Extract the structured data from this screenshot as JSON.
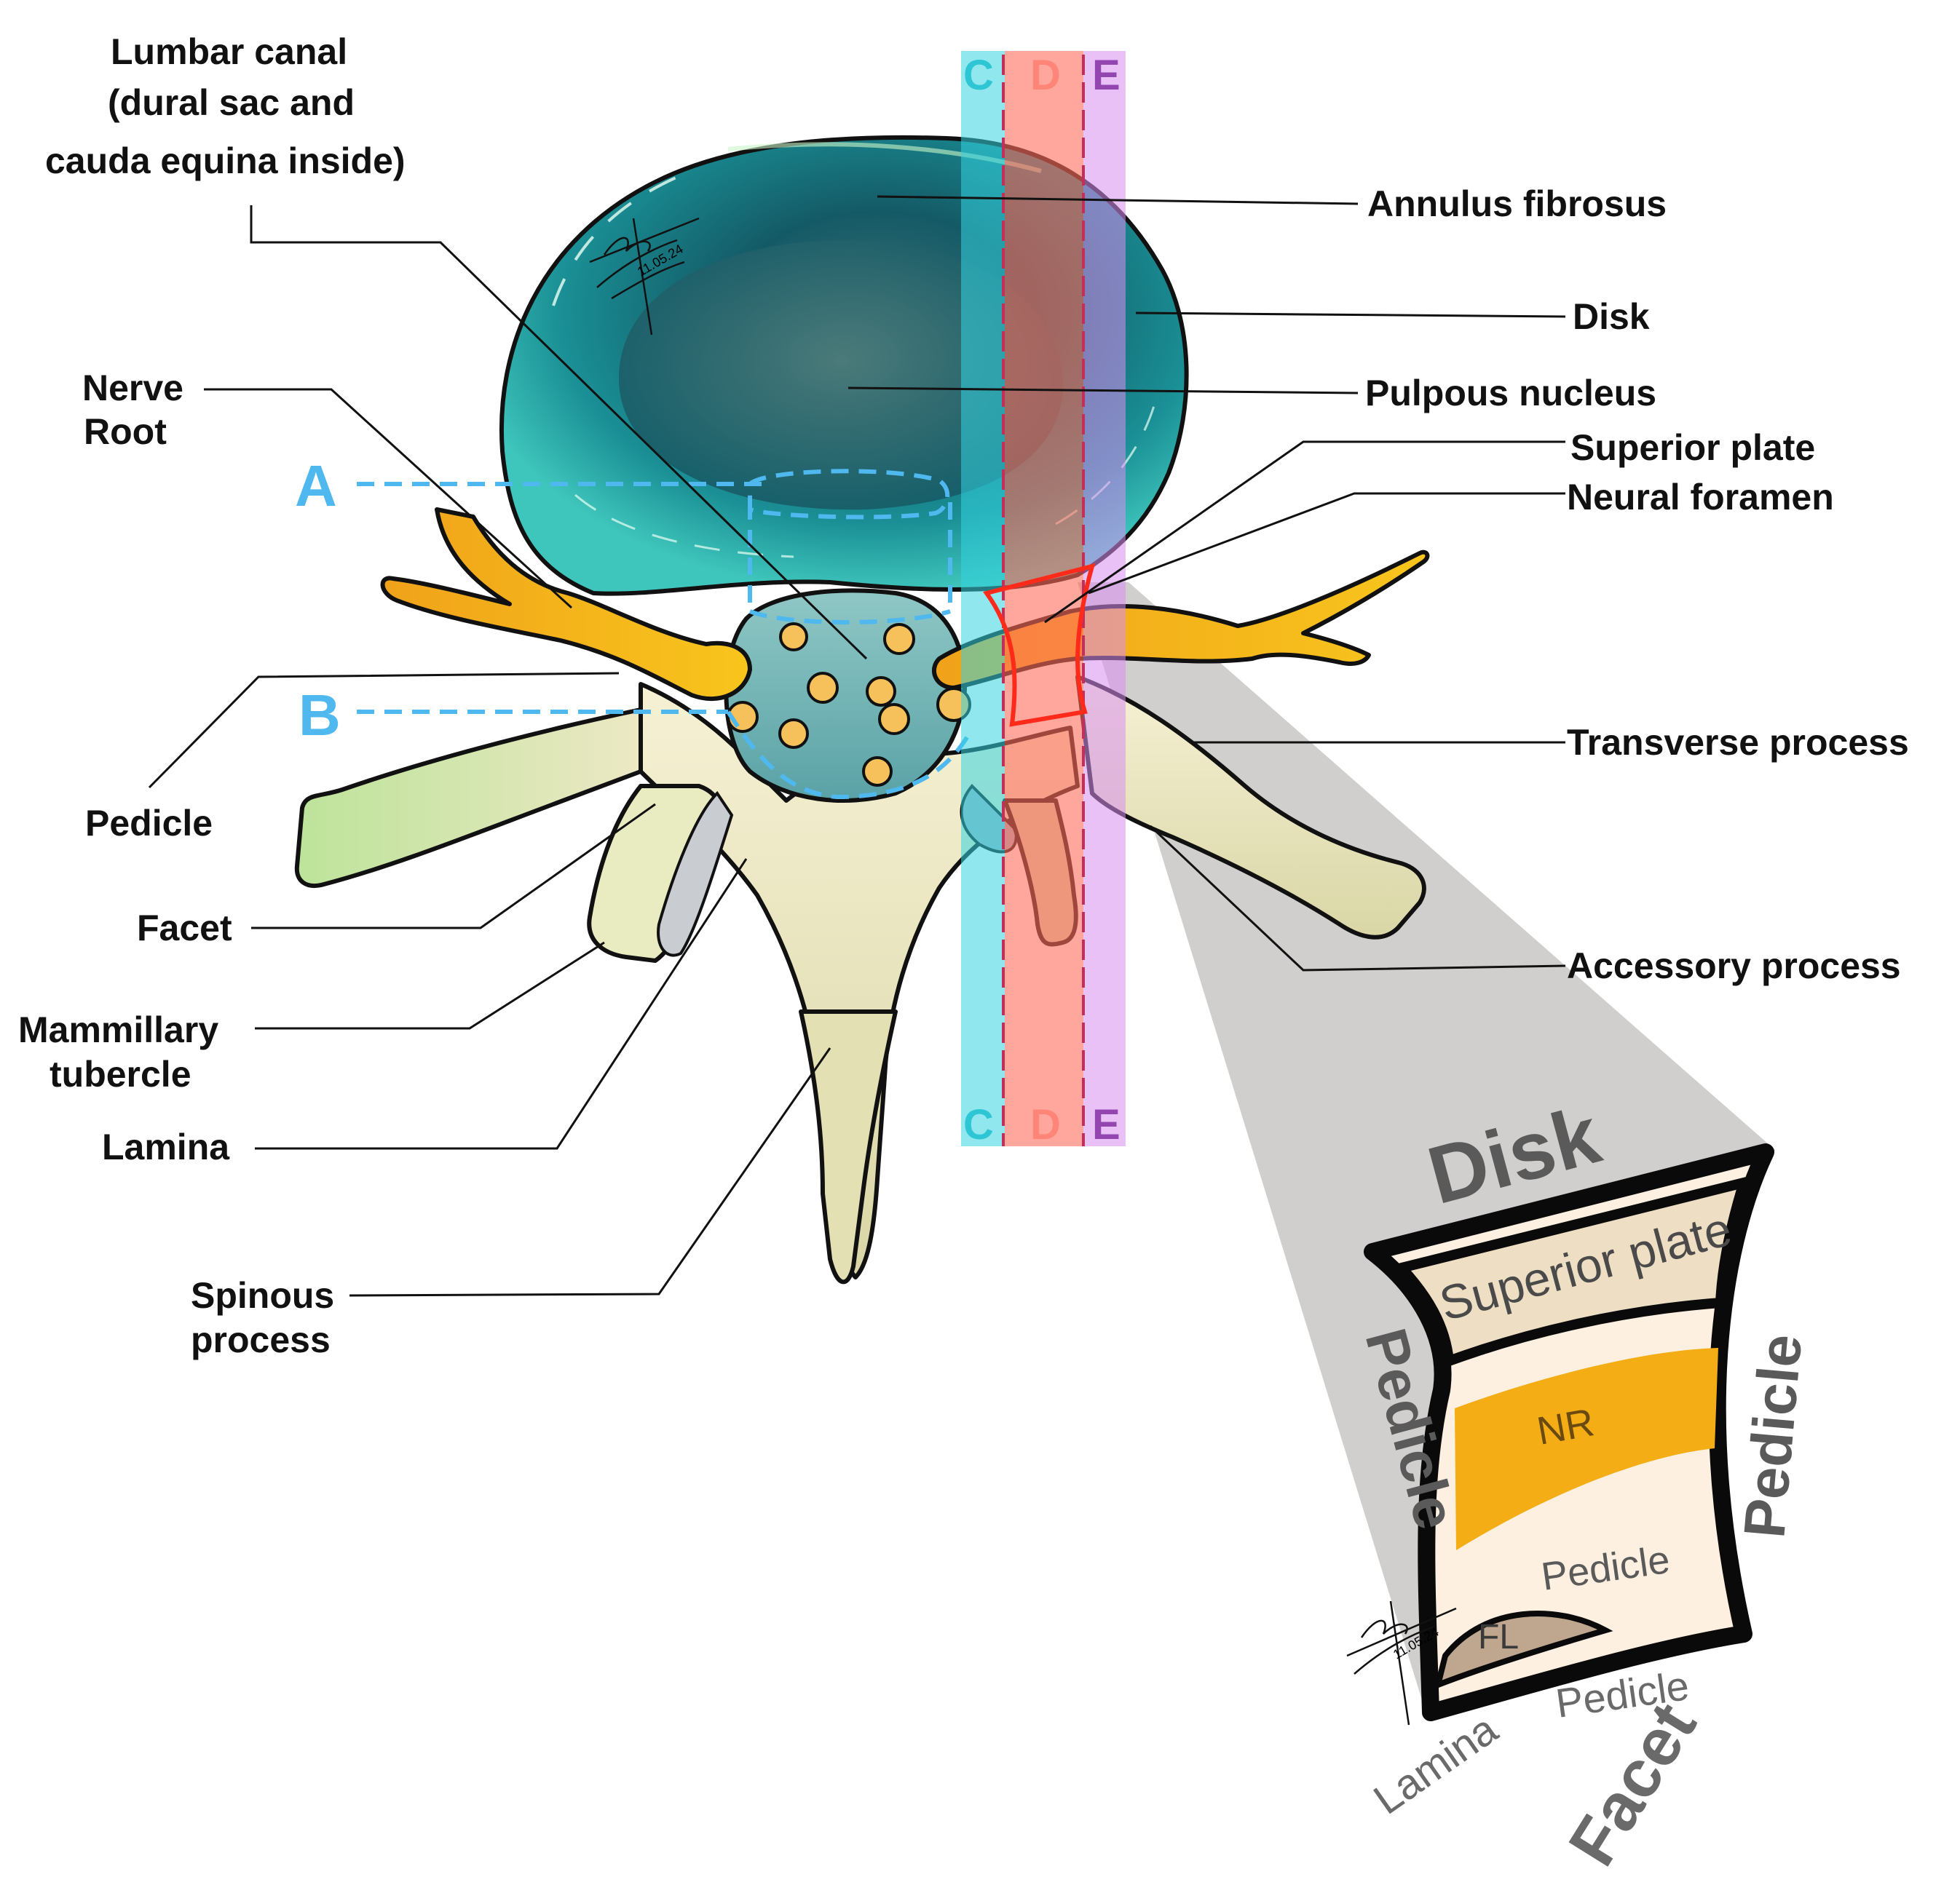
{
  "labels": {
    "lumbar_canal": [
      "Lumbar canal",
      "(dural sac and",
      "cauda  equina inside)"
    ],
    "annulus_fibrosus": "Annulus fibrosus",
    "disk": "Disk",
    "pulpous_nucleus": "Pulpous nucleus",
    "superior_plate": "Superior plate",
    "neural_foramen": "Neural foramen",
    "nerve_root": [
      "Nerve",
      "Root"
    ],
    "pedicle": "Pedicle",
    "facet": "Facet",
    "mammillary_tubercle": [
      "Mammillary",
      "tubercle"
    ],
    "lamina": "Lamina",
    "spinous_process": [
      "Spinous",
      "process"
    ],
    "transverse_process": "Transverse process",
    "accessory_process": "Accessory process"
  },
  "section_markers": {
    "a": "A",
    "b": "B"
  },
  "bands": [
    {
      "letter": "C",
      "color": "#34d3e0"
    },
    {
      "letter": "D",
      "color": "#ff6a5c"
    },
    {
      "letter": "E",
      "color": "#d98ef0"
    }
  ],
  "foramen_inset": {
    "top": "Disk",
    "superior_plate": "Superior plate",
    "left_side": "Pedicle",
    "right_side": "Pedicle",
    "nerve_root": "NR",
    "inner_pedicle": "Pedicle",
    "fl": "FL",
    "bottom_lamina": "Lamina",
    "bottom_pedicle": "Pedicle",
    "bottom_facet": "Facet"
  },
  "signature": {
    "name": "carlos",
    "date": "11.05.24"
  },
  "colors": {
    "disk_teal": "#1e8f94",
    "annulus_light": "#b5e8bb",
    "bone": "#ece8c4",
    "nerve_yellow": "#f0b21c",
    "section_blue": "#4fb8ef",
    "foramen_red": "#ff2a1a",
    "zoom_gray": "#cfcbcb"
  }
}
